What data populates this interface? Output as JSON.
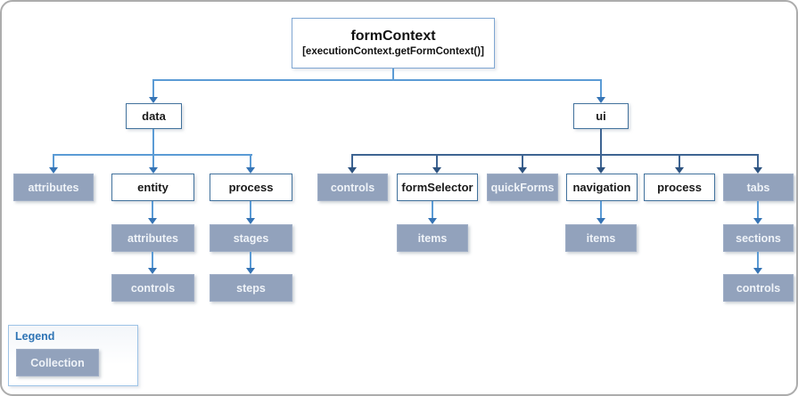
{
  "diagram": {
    "root": {
      "title": "formContext",
      "subtitle": "[executionContext.getFormContext()]"
    },
    "nodes": {
      "data": "data",
      "ui": "ui",
      "data_attributes": "attributes",
      "data_entity": "entity",
      "data_process": "process",
      "entity_attributes": "attributes",
      "entity_controls": "controls",
      "process_stages": "stages",
      "process_steps": "steps",
      "ui_controls": "controls",
      "ui_formSelector": "formSelector",
      "ui_quickForms": "quickForms",
      "ui_navigation": "navigation",
      "ui_process": "process",
      "ui_tabs": "tabs",
      "formSelector_items": "items",
      "navigation_items": "items",
      "tabs_sections": "sections",
      "sections_controls": "controls"
    }
  },
  "legend": {
    "title": "Legend",
    "item": "Collection"
  },
  "colors": {
    "collection_fill": "#92A2BC",
    "object_border": "#41719C",
    "root_border": "#7EA6D2",
    "line_light": "#5B9BD5",
    "arrowhead_light": "#3674B5",
    "line_dark": "#3E6492",
    "arrowhead_dark": "#2E5380",
    "legend_border": "#9DC3E6",
    "legend_title_text": "#2E74B5",
    "frame_border": "#ACACAC"
  }
}
